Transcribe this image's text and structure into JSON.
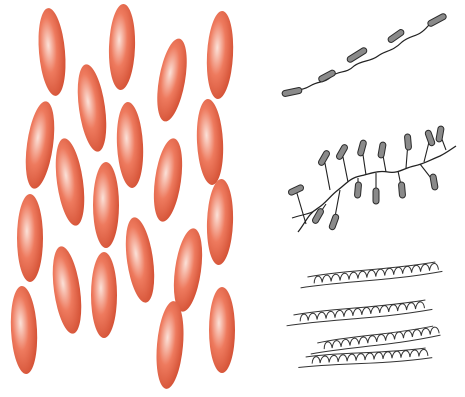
{
  "colors": {
    "background": "#ffffff",
    "ellipse_fill_center": "#fbe1d8",
    "ellipse_fill_mid": "#ee7a5e",
    "ellipse_fill_edge": "#cf4a2e",
    "mesogen_fill": "#8a8a8a",
    "mesogen_stroke": "#2a2a2a",
    "chain_stroke": "#222222",
    "helix_stroke": "#333333"
  },
  "panels": [
    {
      "name": "nematic-ellipses-panel",
      "icon": "ellipse-rod-mesogen"
    },
    {
      "name": "main-chain-lcp-panel",
      "icon": "main-chain-polymer"
    },
    {
      "name": "side-chain-lcp-panel",
      "icon": "side-chain-polymer"
    },
    {
      "name": "helical-chains-panel",
      "icon": "helical-polymer-chains"
    }
  ]
}
